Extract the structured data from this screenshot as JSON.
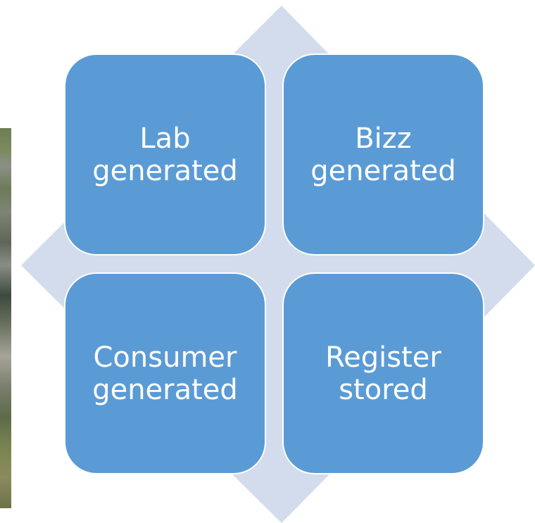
{
  "quadrants": [
    {
      "label": "Lab\ngenerated"
    },
    {
      "label": "Bizz\ngenerated"
    },
    {
      "label": "Consumer\ngenerated"
    },
    {
      "label": "Register\nstored"
    }
  ],
  "colors": {
    "quadrant_fill": "#5b9bd5",
    "diamond_fill": "#d2dcec",
    "quadrant_text": "#ffffff"
  }
}
